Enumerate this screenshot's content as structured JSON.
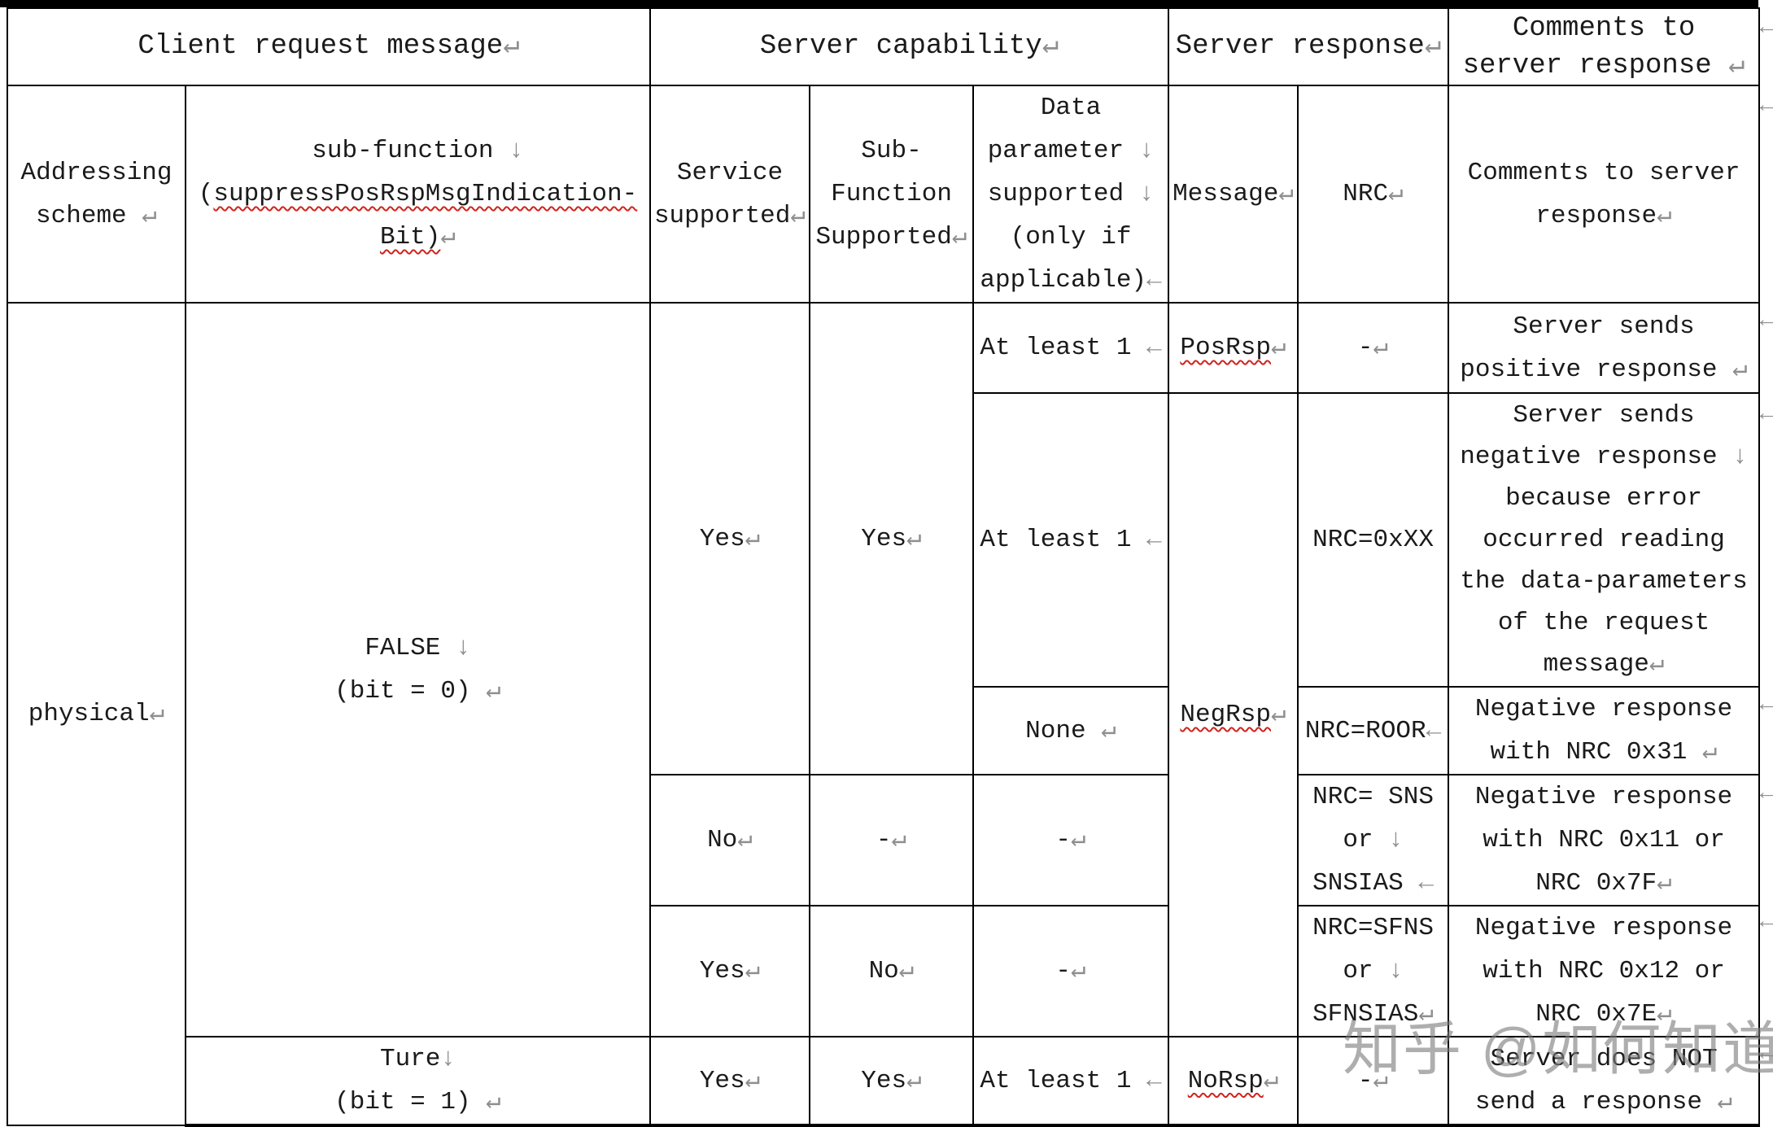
{
  "glyphs": {
    "row_end": "←"
  },
  "watermark": "知乎 @如何知道",
  "h1": {
    "client": {
      "t": "Client request message",
      "m": "↵"
    },
    "capability": {
      "t": "Server capability",
      "m": "↵"
    },
    "response": {
      "t": "Server response",
      "m": "↵"
    },
    "comments": {
      "l1": "Comments to",
      "l2": "server response",
      "l2m": " ↵"
    }
  },
  "h2": {
    "addressing": {
      "l1": "Addressing",
      "l2": "scheme",
      "l2m": " ↵"
    },
    "subfunction": {
      "l1": "sub-function",
      "l1m": " ↓",
      "l2_open": "(",
      "l2_wavy": "suppressPosRspMsgIndication-",
      "l3_wavy": "Bit)",
      "l3m": "↵"
    },
    "service": {
      "l1": "Service",
      "l2": "supported",
      "l2m": "↵"
    },
    "sub_function_supported": {
      "l1": "Sub-",
      "l2": "Function",
      "l3": "Supported",
      "l3m": "↵"
    },
    "data_parameter": {
      "l1": "Data",
      "l2": "parameter",
      "l2m": " ↓",
      "l3": "supported",
      "l3m": " ↓",
      "l4": "(only if",
      "l5": "applicable)",
      "l5m": "←"
    },
    "message": {
      "t": "Message",
      "m": "↵"
    },
    "nrc": {
      "t": "NRC",
      "m": "↵"
    },
    "comments": {
      "l1": "Comments to server",
      "l2": "response",
      "l2m": "↵"
    }
  },
  "body": {
    "addressing_physical": {
      "t": "physical",
      "m": "↵"
    },
    "subfunction_false": {
      "l1": "FALSE",
      "l1m": " ↓",
      "l2": "(bit = 0)",
      "l2m": " ↵"
    },
    "subfunction_ture": {
      "l1": "Ture",
      "l1m": "↓",
      "l2": "(bit = 1)",
      "l2m": " ↵"
    },
    "service": [
      {
        "t": "Yes",
        "m": "↵"
      },
      {
        "t": "No",
        "m": "↵"
      },
      {
        "t": "Yes",
        "m": "↵"
      },
      {
        "t": "Yes",
        "m": "↵"
      }
    ],
    "sub_function": [
      {
        "t": "Yes",
        "m": "↵"
      },
      {
        "t": "-",
        "m": "↵"
      },
      {
        "t": "No",
        "m": "↵"
      },
      {
        "t": "Yes",
        "m": "↵"
      }
    ],
    "data_parameter": [
      {
        "t": "At least 1",
        "m": " ←"
      },
      {
        "t": "At least 1",
        "m": " ←"
      },
      {
        "t": "None",
        "m": " ↵"
      },
      {
        "t": "-",
        "m": "↵"
      },
      {
        "t": "-",
        "m": "↵"
      },
      {
        "t": "At least 1",
        "m": " ←"
      }
    ],
    "message": [
      {
        "t": "PosRsp",
        "m": "↵"
      },
      {
        "t": "NegRsp",
        "m": "↵"
      },
      {
        "t": "NoRsp",
        "m": "↵"
      }
    ],
    "nrc": {
      "r3": {
        "t": "-",
        "m": "↵"
      },
      "r4": {
        "t": "NRC=0xXX"
      },
      "r5": {
        "t": "NRC=ROOR",
        "m": "←"
      },
      "r6": {
        "l1": "NRC= SNS",
        "l2": "or",
        "l2m": " ↓",
        "l3": "SNSIAS",
        "l3m": " ←"
      },
      "r7": {
        "l1": "NRC=SFNS",
        "l2": "or",
        "l2m": " ↓",
        "l3": "SFNSIAS",
        "l3m": "↵"
      },
      "r8": {
        "t": "-",
        "m": "↵"
      }
    },
    "comments": {
      "r3": {
        "l1": "Server sends",
        "l2": "positive response",
        "l2m": " ↵"
      },
      "r4": {
        "l1": "Server sends",
        "l2": "negative response",
        "l2m": " ↓",
        "l3": "because error",
        "l4": "occurred reading",
        "l5": "the data-parameters",
        "l6": "of the request",
        "l7": "message",
        "l7m": "↵"
      },
      "r5": {
        "l1": "Negative response",
        "l2": "with NRC 0x31",
        "l2m": " ↵"
      },
      "r6": {
        "l1": "Negative response",
        "l2": "with NRC 0x11 or",
        "l3": "NRC 0x7F",
        "l3m": "↵"
      },
      "r7": {
        "l1": "Negative response",
        "l2": "with NRC 0x12 or",
        "l3": "NRC 0x7E",
        "l3m": "↵"
      },
      "r8": {
        "l1": "Server does NOT",
        "l2": "send a response",
        "l2m": " ↵"
      }
    }
  }
}
